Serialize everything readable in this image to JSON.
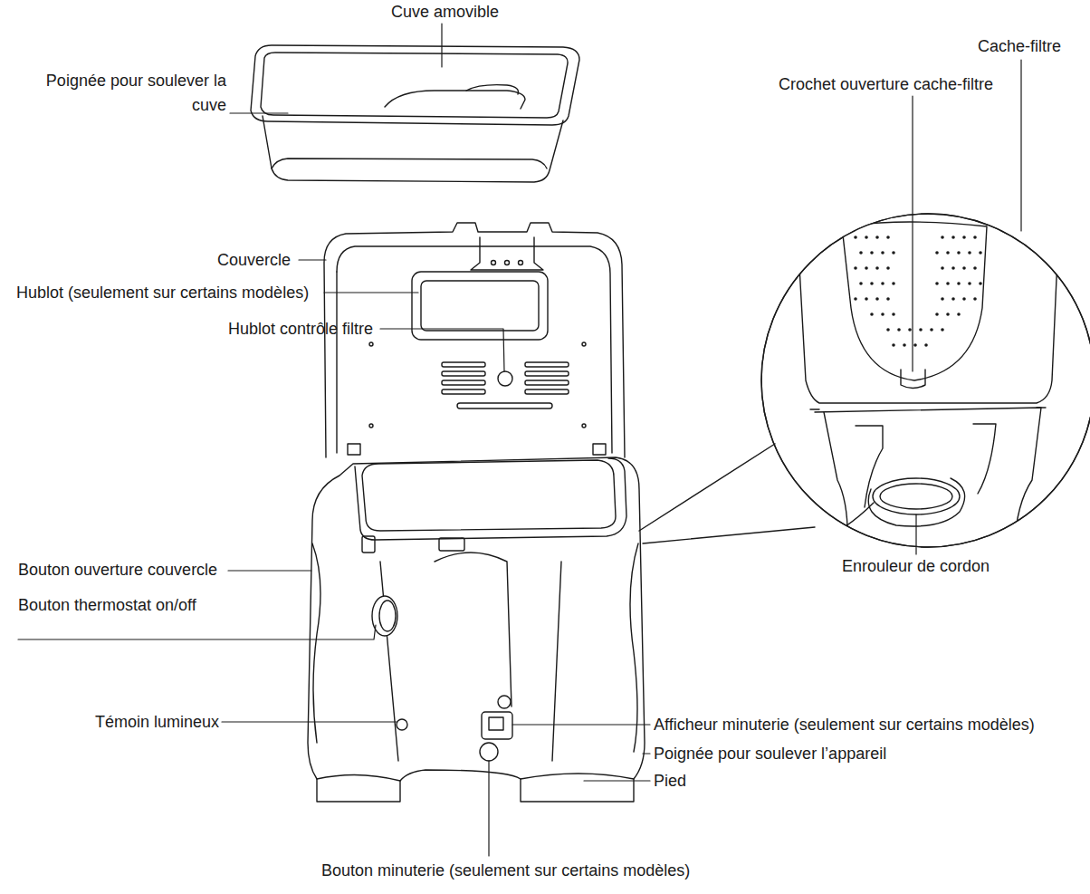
{
  "diagram": {
    "labels": [
      "Cuve amovible",
      "Poignée pour soulever la cuve",
      "Cache-filtre",
      "Crochet ouverture cache-filtre",
      "Couvercle",
      "Hublot (seulement sur certains modèles)",
      "Hublot contrôle filtre",
      "Enrouleur de cordon",
      "Bouton ouverture couvercle",
      "Bouton thermostat on/off",
      "Afficheur minuterie (seulement sur certains modèles)",
      "Témoin lumineux",
      "Poignée pour soulever l’appareil",
      "Pied",
      "Bouton minuterie (seulement sur certains modèles)"
    ]
  }
}
